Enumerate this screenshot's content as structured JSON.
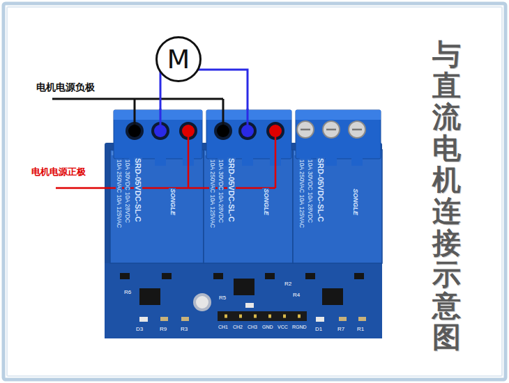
{
  "diagram": {
    "title": "与直流电机连接示意图",
    "nodes": [
      {
        "text": [
          "M"
        ]
      },
      {
        "text": [
          "10A 250VAC 10A 125VAC",
          "10A 30VDC 10A 28VDC",
          "SRD-05VDC-SL-C",
          "SONGLE"
        ]
      },
      {
        "text": [
          "10A 250VAC 10A 125VAC",
          "10A 30VDC 10A 28VDC",
          "SRD-05VDC-SL-C",
          "SONGLE"
        ]
      },
      {
        "text": [
          "10A 250VAC 10A 125VAC",
          "10A 30VDC 10A 28VDC",
          "SRD-05VDC-SL-C",
          "SONGLE"
        ]
      }
    ],
    "edges": [
      {
        "from": 0,
        "to": 1,
        "arrow": "none"
      },
      {
        "from": 0,
        "to": 2,
        "arrow": "none"
      }
    ],
    "labels": [
      "电机电源负极",
      "电机电源正极",
      "D3",
      "R9",
      "R3",
      "R6",
      "R5",
      "R2",
      "R4",
      "D1",
      "R7",
      "R1",
      "CH1",
      "CH2",
      "CH3",
      "GND",
      "VCC",
      "RGND"
    ]
  }
}
